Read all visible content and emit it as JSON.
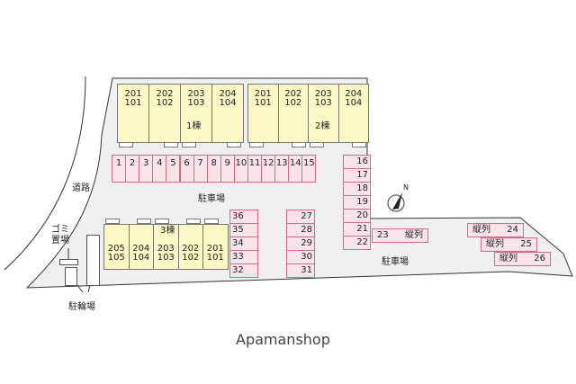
{
  "buildings": [
    {
      "name": "1棟",
      "units": [
        [
          "201",
          "101"
        ],
        [
          "202",
          "102"
        ],
        [
          "203",
          "103"
        ],
        [
          "204",
          "104"
        ]
      ]
    },
    {
      "name": "2棟",
      "units": [
        [
          "201",
          "101"
        ],
        [
          "202",
          "102"
        ],
        [
          "203",
          "103"
        ],
        [
          "204",
          "104"
        ]
      ]
    },
    {
      "name": "3棟",
      "units": [
        [
          "205",
          "105"
        ],
        [
          "204",
          "104"
        ],
        [
          "203",
          "103"
        ],
        [
          "202",
          "102"
        ],
        [
          "201",
          "101"
        ]
      ]
    }
  ],
  "parking_row": [
    "1",
    "2",
    "3",
    "4",
    "5",
    "6",
    "7",
    "8",
    "9",
    "10",
    "11",
    "12",
    "13",
    "14",
    "15"
  ],
  "parking_col_right": [
    "16",
    "17",
    "18",
    "19",
    "20",
    "21",
    "22"
  ],
  "parking_col_a": [
    "36",
    "35",
    "34",
    "33",
    "32"
  ],
  "parking_col_b": [
    "27",
    "28",
    "29",
    "30",
    "31"
  ],
  "tandem": [
    {
      "num": "23",
      "label": "縦列"
    },
    {
      "num": "24",
      "label": "縦列"
    },
    {
      "num": "25",
      "label": "縦列"
    },
    {
      "num": "26",
      "label": "縦列"
    }
  ],
  "labels": {
    "road": "道路",
    "parking1": "駐車場",
    "parking2": "駐車場",
    "garbage": "ゴミ置場",
    "bicycle": "駐輪場",
    "compass": "N"
  },
  "watermark": "Apamanshop",
  "colors": {
    "lot": "#f0f0f2",
    "building": "#fbf8c6",
    "parking": "#fbe3ea",
    "parking_border": "#d46b86"
  }
}
